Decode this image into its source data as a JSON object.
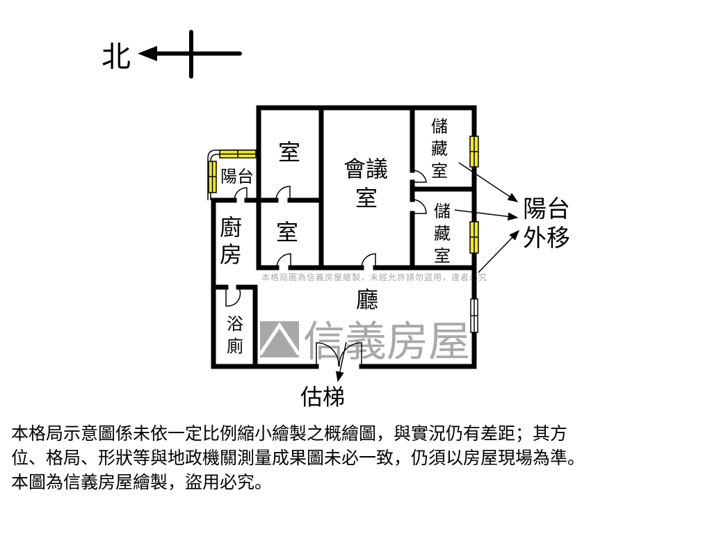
{
  "compass": {
    "north_label": "北"
  },
  "rooms": {
    "room_top": "室",
    "room_bottom": "室",
    "meeting_room_line1": "會議",
    "meeting_room_line2": "室",
    "storage_1": [
      "儲",
      "藏",
      "室"
    ],
    "storage_2": [
      "儲",
      "藏",
      "室"
    ],
    "balcony": "陽台",
    "kitchen": [
      "廚",
      "房"
    ],
    "bathroom": [
      "浴",
      "廁"
    ],
    "living_room": "廳"
  },
  "annotations": {
    "balcony_moved_line1": "陽台",
    "balcony_moved_line2": "外移",
    "stairs": "估梯"
  },
  "watermark": {
    "brand": "信義房屋",
    "notice": "本格局圖為信義房屋繪製，未經允許請勿盜用，違者必究"
  },
  "disclaimer": [
    "本格局示意圖係未依一定比例縮小繪製之概繪圖，與實況仍有差距；其方",
    "位、格局、形狀等與地政機關測量成果圖未必一致，仍須以房屋現場為準。",
    "本圖為信義房屋繪製，盜用必究。"
  ],
  "colors": {
    "window": "#f2ea1a",
    "wall": "#000000",
    "watermark": "#9a9a9a"
  }
}
